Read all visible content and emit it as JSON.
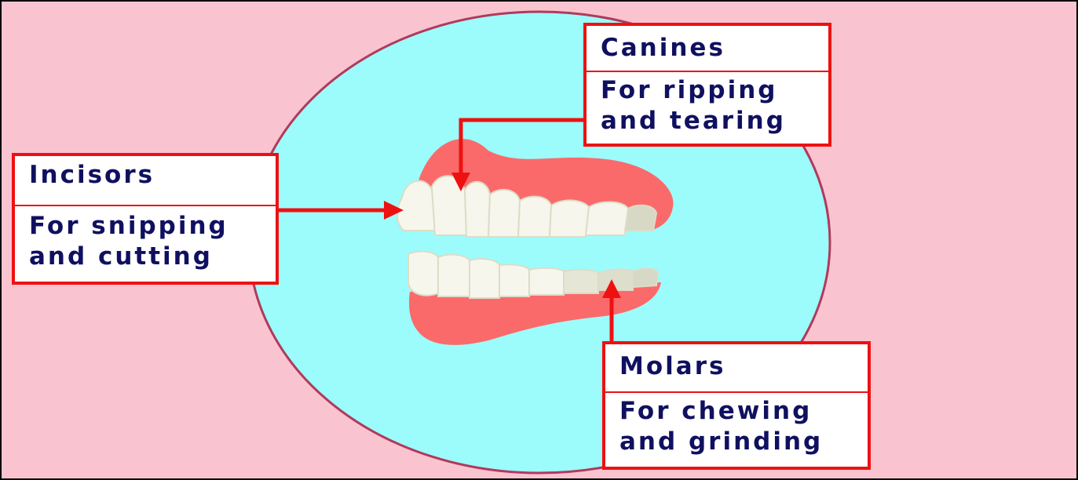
{
  "colors": {
    "background": "#f9c4d0",
    "circle": "#9cfcfc",
    "circle_outline": "#b03a5c",
    "gum": "#fb6a6a",
    "tooth": "#f6f6ec",
    "tooth_shadow": "#d8d8c6",
    "callout": "#ee1111",
    "text": "#101060"
  },
  "labels": {
    "incisors": {
      "title": "Incisors",
      "line1": "For snipping",
      "line2": "and cutting"
    },
    "canines": {
      "title": "Canines",
      "line1": "For ripping",
      "line2": "and tearing"
    },
    "molars": {
      "title": "Molars",
      "line1": "For chewing",
      "line2": "and grinding"
    }
  }
}
